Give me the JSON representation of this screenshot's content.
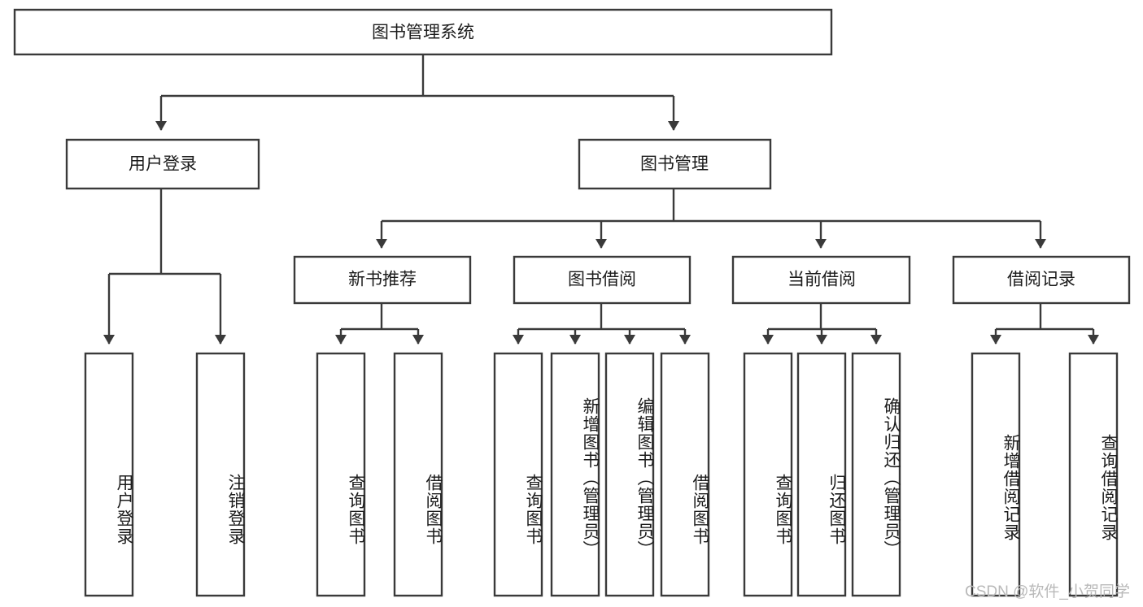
{
  "diagram": {
    "title": "图书管理系统",
    "type": "tree-hierarchy-chart",
    "orientation": "top-down",
    "root": {
      "label": "图书管理系统"
    },
    "level1": [
      {
        "label": "用户登录"
      },
      {
        "label": "图书管理"
      }
    ],
    "level2": [
      {
        "label": "新书推荐"
      },
      {
        "label": "图书借阅"
      },
      {
        "label": "当前借阅"
      },
      {
        "label": "借阅记录"
      }
    ],
    "leaves": {
      "user_login": [
        {
          "label": "用户登录"
        },
        {
          "label": "注销登录"
        }
      ],
      "new_book_recommend": [
        {
          "label": "查询图书"
        },
        {
          "label": "借阅图书"
        }
      ],
      "book_borrow": [
        {
          "label": "查询图书"
        },
        {
          "label": "新增图书（管理员）"
        },
        {
          "label": "编辑图书（管理员）"
        },
        {
          "label": "借阅图书"
        }
      ],
      "current_borrow": [
        {
          "label": "查询图书"
        },
        {
          "label": "归还图书"
        },
        {
          "label": "确认归还（管理员）"
        }
      ],
      "borrow_record": [
        {
          "label": "新增借阅记录"
        },
        {
          "label": "查询借阅记录"
        }
      ]
    }
  },
  "watermark": {
    "text": "CSDN @软件_小贺同学"
  },
  "colors": {
    "stroke": "#3a3a3a",
    "node_fill": "#ffffff",
    "text": "#1c1c1c",
    "background": "#ffffff",
    "watermark": "#b9b9b9"
  }
}
